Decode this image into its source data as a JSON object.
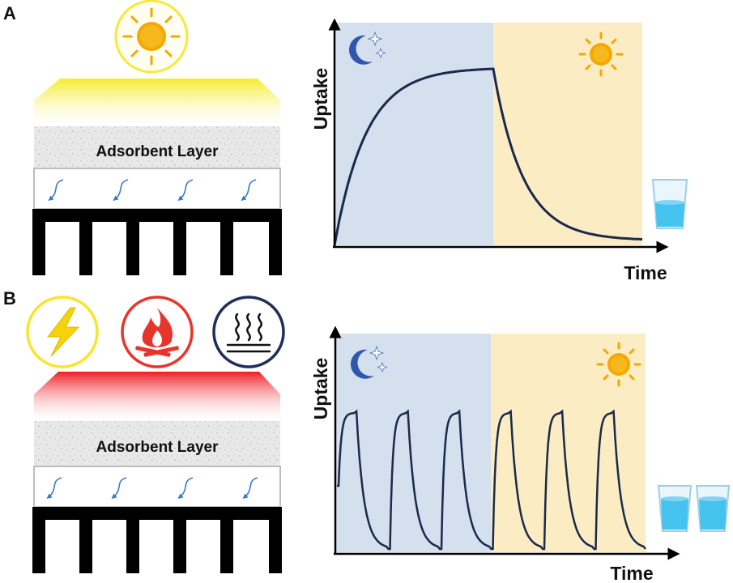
{
  "panels": [
    {
      "letter": "A",
      "layer_label": "Adsorbent Layer",
      "heat_source_icons": [
        "sun-icon"
      ],
      "heater_color": "#f7ef3a",
      "chart": {
        "ylabel": "Uptake",
        "xlabel": "Time",
        "phases": [
          {
            "icon": "moon-stars-icon",
            "color": "#d4e0ee"
          },
          {
            "icon": "sun-icon",
            "color": "#fbecc4"
          }
        ],
        "output_icons": [
          "water-glass-icon"
        ],
        "cycles": 1
      }
    },
    {
      "letter": "B",
      "layer_label": "Adsorbent Layer",
      "heat_source_icons": [
        "lightning-icon",
        "flame-icon",
        "heat-waves-icon"
      ],
      "heater_color": "#f0202a",
      "chart": {
        "ylabel": "Uptake",
        "xlabel": "Time",
        "phases": [
          {
            "icon": "moon-stars-icon",
            "color": "#d4e0ee"
          },
          {
            "icon": "sun-icon",
            "color": "#fbecc4"
          }
        ],
        "output_icons": [
          "water-glass-icon",
          "water-glass-icon"
        ],
        "cycles": 6
      }
    }
  ],
  "colors": {
    "curve": "#1a2a4a",
    "condenser": "#000000",
    "arrow": "#3a78c8",
    "sun": "#f5a800",
    "moon": "#2f56b0"
  }
}
